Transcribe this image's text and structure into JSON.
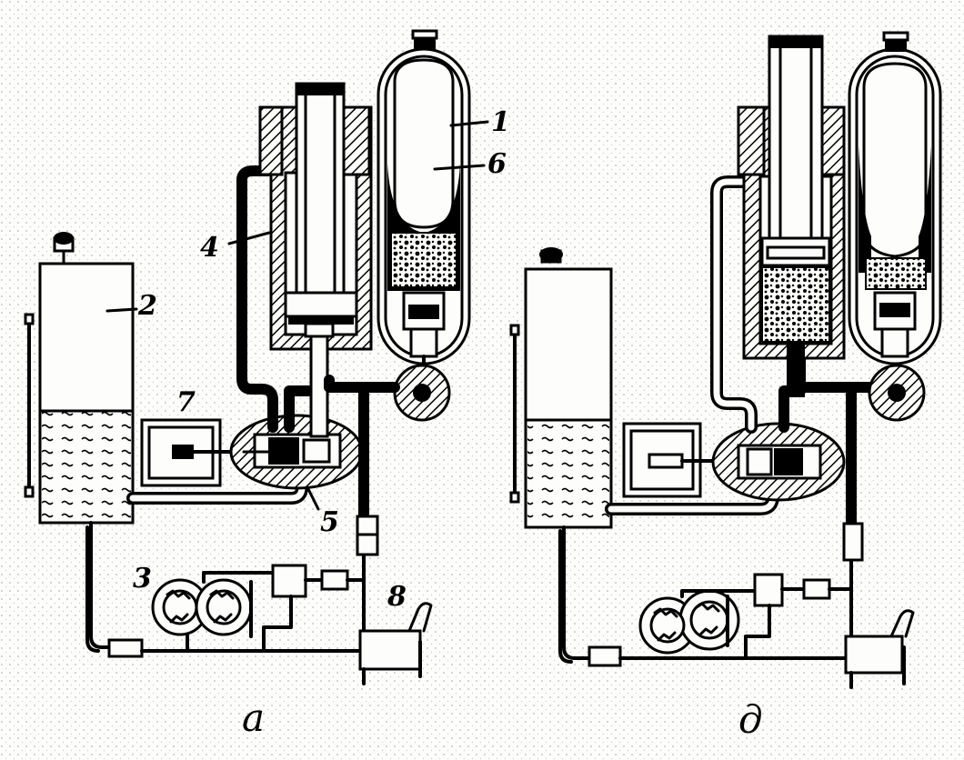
{
  "diagram": {
    "panel_a": {
      "caption": "а",
      "labels": [
        "1",
        "6",
        "2",
        "4",
        "7",
        "5",
        "3",
        "8"
      ]
    },
    "panel_b": {
      "caption": "д"
    }
  }
}
